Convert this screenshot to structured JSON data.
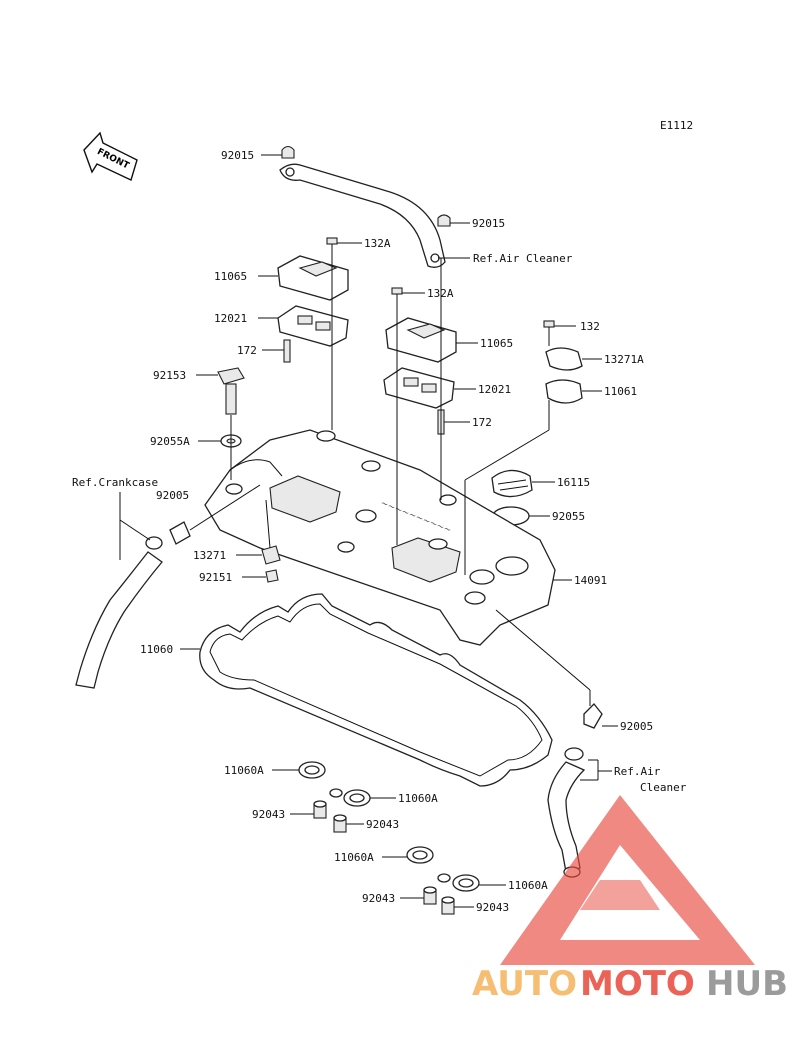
{
  "diagram_code": "E1112",
  "front_label": "FRONT",
  "labels": {
    "p92015a": "92015",
    "p92015b": "92015",
    "ref_air_cleaner_top": "Ref.Air Cleaner",
    "p132a_1": "132A",
    "p11065_1": "11065",
    "p132a_2": "132A",
    "p12021_1": "12021",
    "p132": "132",
    "p172_1": "172",
    "p11065_2": "11065",
    "p13271a": "13271A",
    "p92153": "92153",
    "p12021_2": "12021",
    "p11061": "11061",
    "p172_2": "172",
    "p92055a": "92055A",
    "ref_crankcase": "Ref.Crankcase",
    "p92005_1": "92005",
    "p16115": "16115",
    "p92055": "92055",
    "p13271": "13271",
    "p14091": "14091",
    "p92151": "92151",
    "p11060": "11060",
    "p92005_2": "92005",
    "ref_air_line1": "Ref.Air",
    "ref_air_line2": "Cleaner",
    "p11060a_1": "11060A",
    "p11060a_2": "11060A",
    "p92043_1": "92043",
    "p92043_2": "92043",
    "p11060a_3": "11060A",
    "p11060a_4": "11060A",
    "p92043_3": "92043",
    "p92043_4": "92043"
  },
  "watermark": {
    "part1": "AUTO",
    "part2": "MOTO",
    "part3": "HUB",
    "color_light": "#f4b35a",
    "color_red": "#e8473a",
    "color_gray": "#8a8a8a"
  }
}
